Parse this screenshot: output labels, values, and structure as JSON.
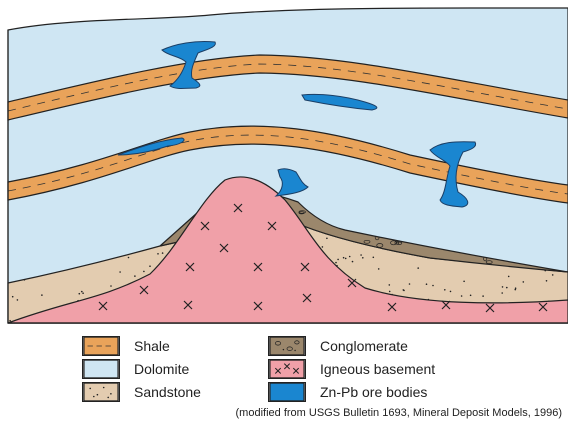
{
  "legend": [
    {
      "label": "Shale",
      "icon": "shale-swatch-icon"
    },
    {
      "label": "Dolomite",
      "icon": "dolomite-swatch-icon"
    },
    {
      "label": "Sandstone",
      "icon": "sandstone-swatch-icon"
    },
    {
      "label": "Conglomerate",
      "icon": "conglomerate-swatch-icon"
    },
    {
      "label": "Igneous basement",
      "icon": "igneous-swatch-icon"
    },
    {
      "label": "Zn-Pb ore bodies",
      "icon": "ore-swatch-icon"
    }
  ],
  "caption": "(modified from USGS Bulletin 1693, Mineral Deposit Models, 1996)",
  "colors": {
    "shale": "#e9a35a",
    "dolomite": "#cfe6f3",
    "sandstone": "#e3ccb0",
    "conglomerate": "#9b876c",
    "igneous": "#f0a0a8",
    "ore": "#1a86d0",
    "outline": "#222222"
  }
}
